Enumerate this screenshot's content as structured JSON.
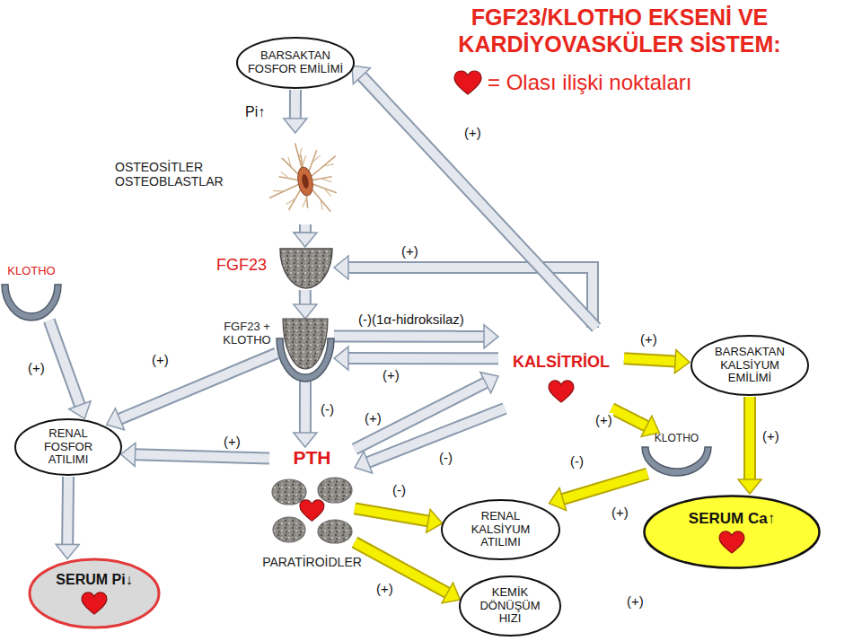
{
  "diagram": {
    "title": "FGF23/KLOTHO EKSENİ VE KARDİYOVASKÜLER SİSTEM:",
    "nodes": [
      {
        "text": [
          "BARSAKTAN FOSFOR EMİLİMİ"
        ]
      },
      {
        "text": [
          "OSTEOSİTLER OSTEOBLASTLAR"
        ]
      },
      {
        "text": [
          "KLOTHO"
        ]
      },
      {
        "text": [
          "FGF23"
        ]
      },
      {
        "text": [
          "FGF23 + KLOTHO"
        ]
      },
      {
        "text": [
          "KALSİTRİOL"
        ]
      },
      {
        "text": [
          "BARSAKTAN KALSİYUM EMİLİMİ"
        ]
      },
      {
        "text": [
          "RENAL FOSFOR ATILIMI"
        ]
      },
      {
        "text": [
          "PTH",
          "PARATİROİDLER"
        ]
      },
      {
        "text": [
          "KLOTHO"
        ]
      },
      {
        "text": [
          "RENAL KALSİYUM ATILIMI"
        ]
      },
      {
        "text": [
          "SERUM Ca↑"
        ]
      },
      {
        "text": [
          "SERUM Pi↓"
        ]
      },
      {
        "text": [
          "KEMİK DÖNÜŞÜM HIZI"
        ]
      }
    ],
    "edges": [
      {
        "from": 0,
        "to": 1,
        "arrow": "to",
        "label": "Pi↑"
      },
      {
        "from": 1,
        "to": 3,
        "arrow": "to"
      },
      {
        "from": 3,
        "to": 4,
        "arrow": "to"
      },
      {
        "from": 2,
        "to": 7,
        "arrow": "to",
        "label": "(+)"
      },
      {
        "from": 4,
        "to": 7,
        "arrow": "to",
        "label": "(+)"
      },
      {
        "from": 8,
        "to": 7,
        "arrow": "to",
        "label": "(+)"
      },
      {
        "from": 7,
        "to": 12,
        "arrow": "to"
      },
      {
        "from": 4,
        "to": 8,
        "arrow": "to",
        "label": "(-)"
      },
      {
        "from": 4,
        "to": 5,
        "arrow": "to",
        "label": "(-)(1α-hidroksilaz)"
      },
      {
        "from": 5,
        "to": 4,
        "arrow": "to",
        "label": "(+)"
      },
      {
        "from": 8,
        "to": 5,
        "arrow": "to",
        "label": "(+)"
      },
      {
        "from": 5,
        "to": 8,
        "arrow": "to",
        "label": "(-)"
      },
      {
        "from": 5,
        "to": 3,
        "arrow": "to",
        "label": "(+)"
      },
      {
        "from": 5,
        "to": 0,
        "arrow": "to",
        "label": "(+)"
      },
      {
        "from": 5,
        "to": 6,
        "arrow": "to",
        "label": "(+)"
      },
      {
        "from": 5,
        "to": 9,
        "arrow": "to",
        "label": "(+)"
      },
      {
        "from": 9,
        "to": 10,
        "arrow": "to",
        "label": "(-)"
      },
      {
        "from": 8,
        "to": 10,
        "arrow": "to",
        "label": "(-)"
      },
      {
        "from": 8,
        "to": 13,
        "arrow": "to",
        "label": "(+)"
      },
      {
        "from": 6,
        "to": 11,
        "arrow": "to",
        "label": "(+)"
      }
    ],
    "labels": [
      "(+)",
      "(+)"
    ],
    "legend": [
      {
        "text": "= Olası ilişki noktaları"
      }
    ]
  }
}
